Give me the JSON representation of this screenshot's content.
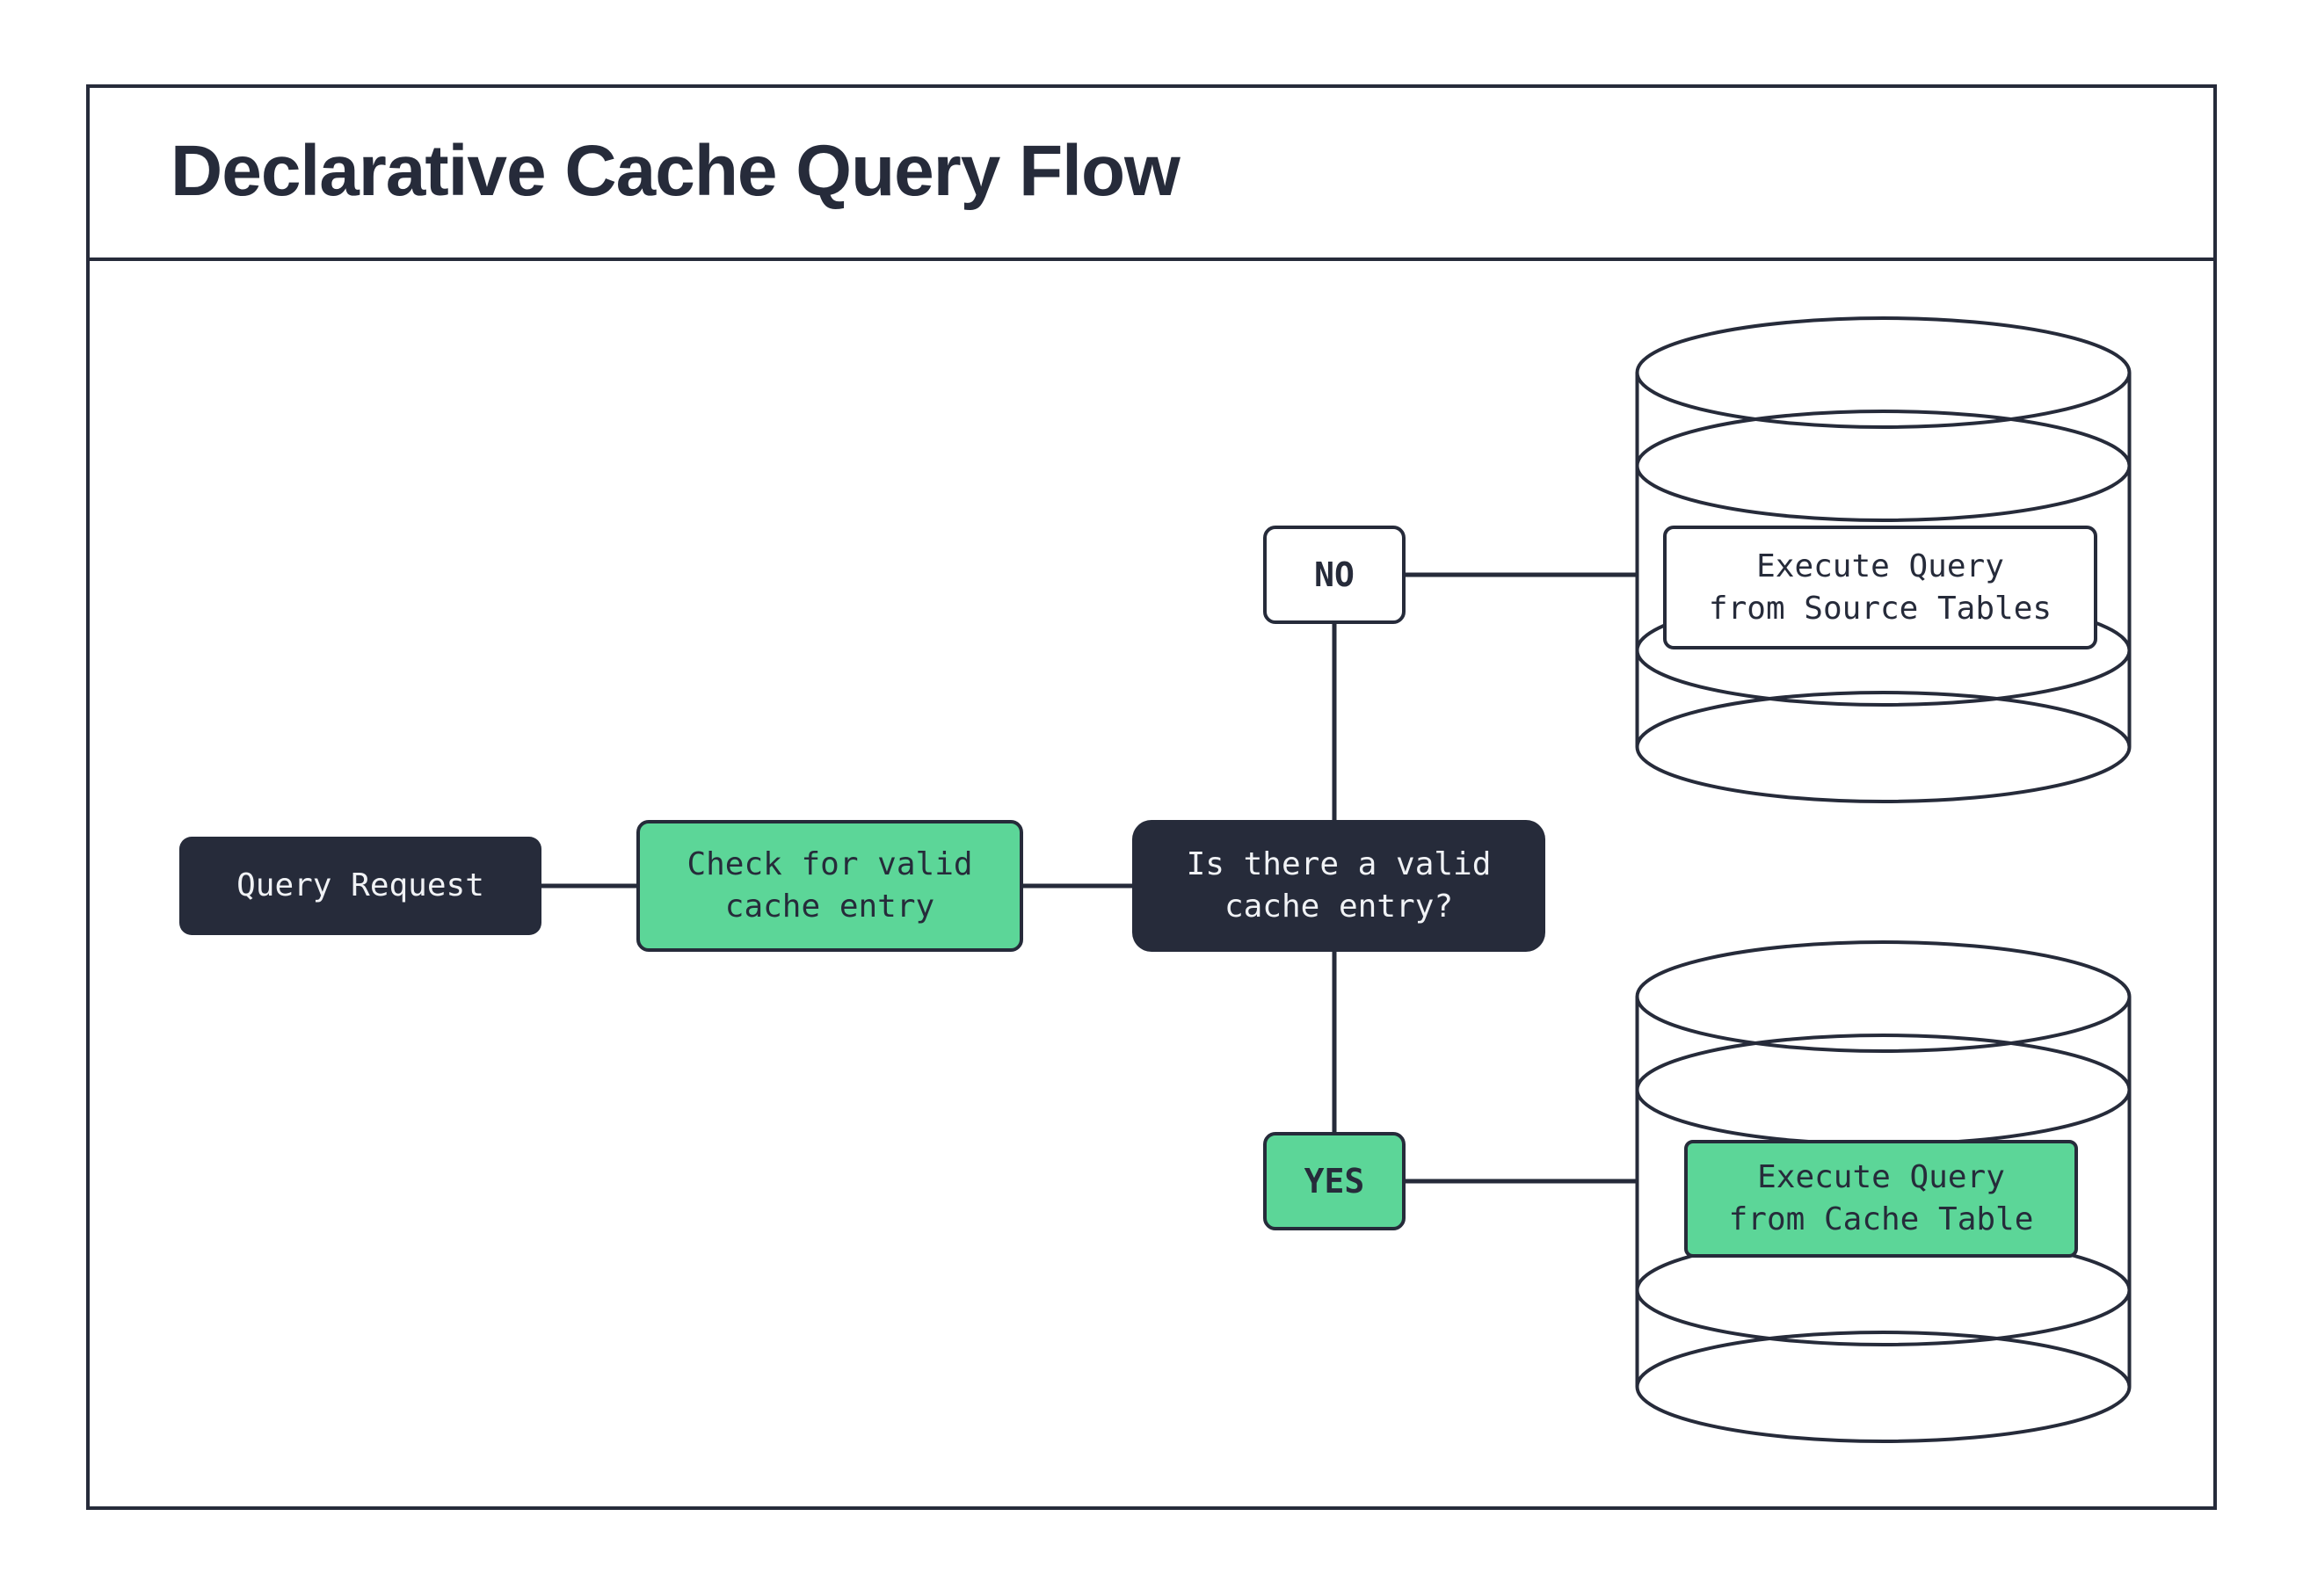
{
  "title": "Declarative Cache Query Flow",
  "colors": {
    "dark_navy": "#262b3a",
    "green": "#5cd698",
    "light_text": "#f0f2f5",
    "background": "#ffffff"
  },
  "nodes": {
    "query_request": {
      "label": "Query Request"
    },
    "check_cache": {
      "line1": "Check for valid",
      "line2": "cache entry"
    },
    "decision": {
      "line1": "Is there a valid",
      "line2": "cache entry?"
    },
    "no_branch": {
      "label": "NO"
    },
    "yes_branch": {
      "label": "YES"
    },
    "source_db": {
      "line1": "Execute Query",
      "line2": "from Source Tables"
    },
    "cache_db": {
      "line1": "Execute Query",
      "line2": "from Cache Table"
    }
  }
}
